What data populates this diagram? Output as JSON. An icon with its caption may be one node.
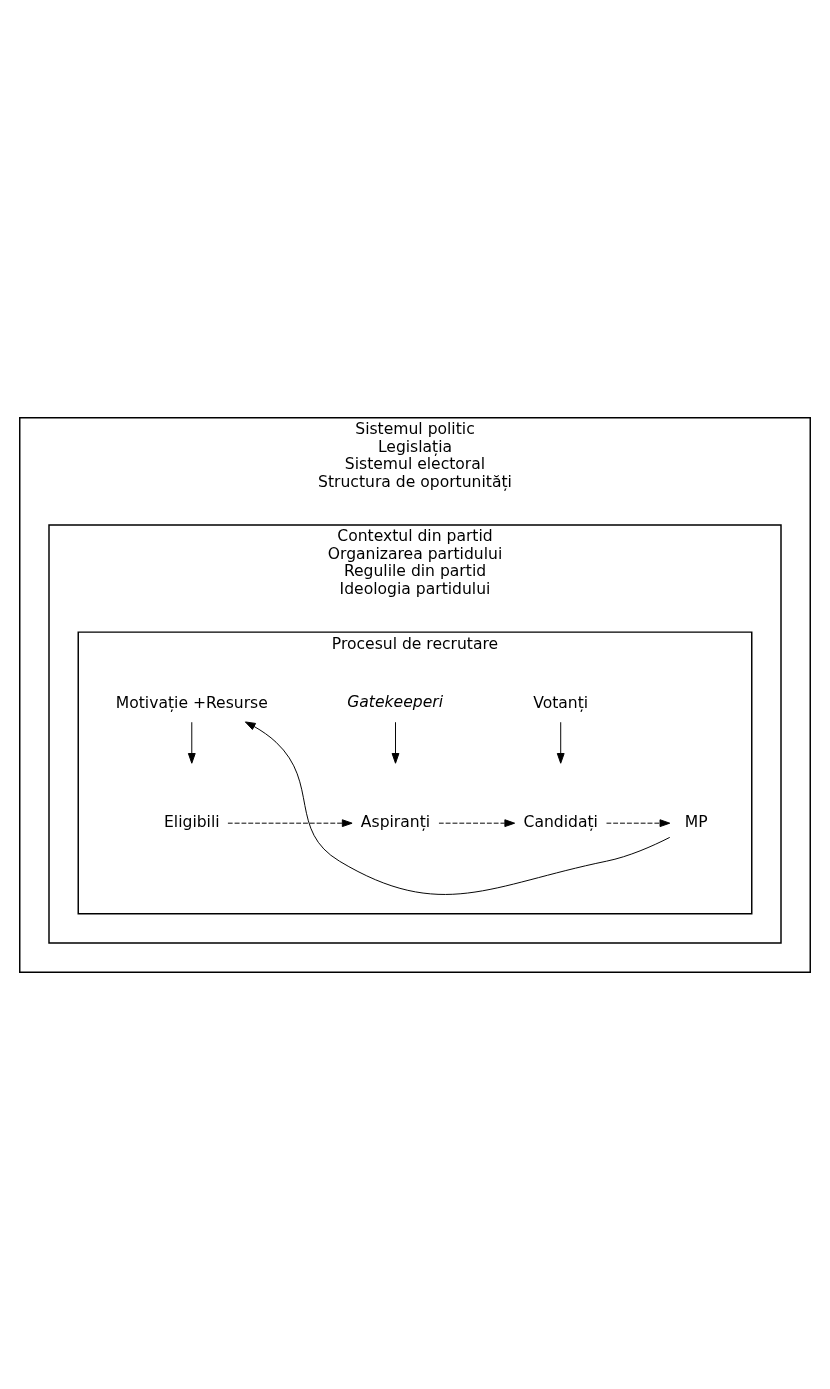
{
  "diagram": {
    "nodes": [
      {
        "text": [
          "Sistemul politic",
          "Legislația",
          "Sistemul electoral",
          "Structura de oportunități"
        ]
      },
      {
        "text": [
          "Contextul din partid",
          "Organizarea partidului",
          "Regulile din partid",
          "Ideologia partidului"
        ],
        "in": 0
      },
      {
        "text": [
          "Procesul de recrutare"
        ],
        "in": 1
      },
      {
        "text": [
          "Eligibili"
        ],
        "in": 2
      },
      {
        "text": [
          "Aspiranți"
        ],
        "in": 2
      },
      {
        "text": [
          "Candidați"
        ],
        "in": 2
      },
      {
        "text": [
          "MP"
        ],
        "in": 2
      },
      {
        "text": [
          "Motivație +Resurse"
        ],
        "in": 2
      },
      {
        "text": [
          "Gatekeeperi"
        ],
        "in": 2
      },
      {
        "text": [
          "Votanți"
        ],
        "in": 2
      }
    ],
    "edges": [
      {
        "from": 3,
        "to": 4,
        "arrow": "to",
        "style": "dashed"
      },
      {
        "from": 4,
        "to": 5,
        "arrow": "to",
        "style": "dashed"
      },
      {
        "from": 5,
        "to": 6,
        "arrow": "to",
        "style": "dashed"
      },
      {
        "from": 7,
        "to": null,
        "arrow": "to"
      },
      {
        "from": 8,
        "to": null,
        "arrow": "to"
      },
      {
        "from": 9,
        "to": null,
        "arrow": "to"
      },
      {
        "from": 6,
        "to": 7,
        "arrow": "to"
      }
    ]
  }
}
